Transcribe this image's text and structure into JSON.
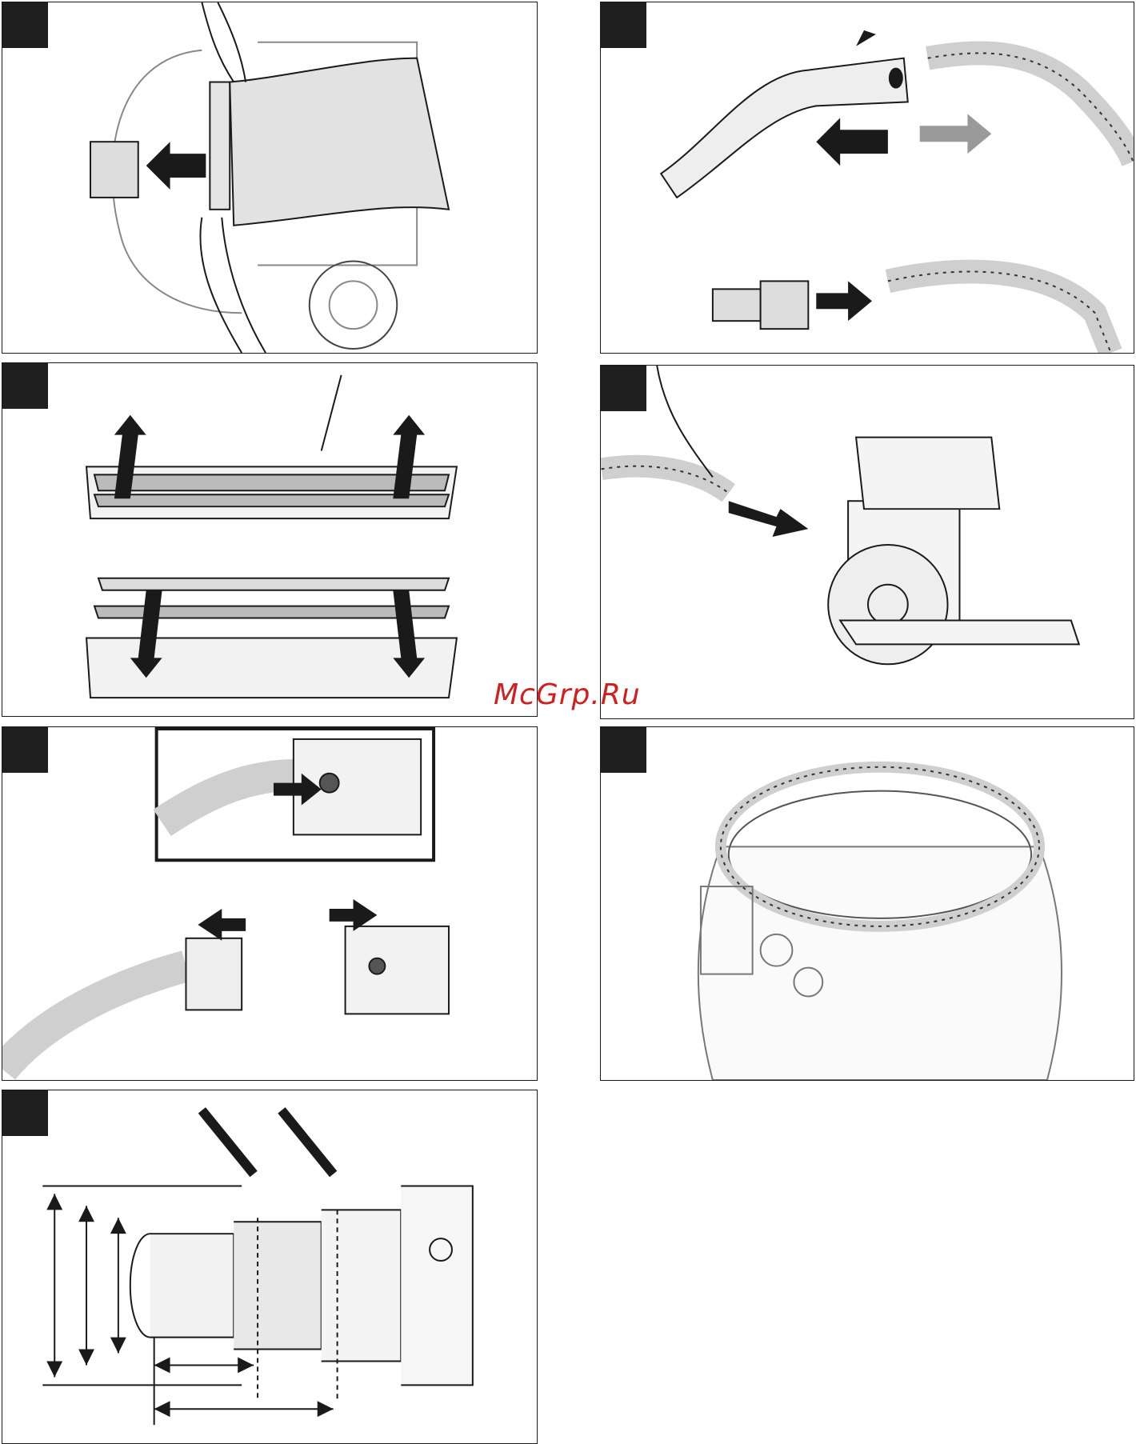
{
  "watermark": {
    "text": "McGrp.Ru"
  },
  "figures": [
    {
      "id": "panel-1",
      "number": ""
    },
    {
      "id": "panel-2",
      "number": ""
    },
    {
      "id": "panel-3",
      "number": ""
    },
    {
      "id": "panel-4",
      "number": ""
    },
    {
      "id": "panel-5",
      "number": ""
    },
    {
      "id": "panel-6",
      "number": ""
    },
    {
      "id": "panel-7",
      "number": ""
    }
  ],
  "colors": {
    "ink": "#1a1a1a",
    "badge": "#1f1f1f",
    "watermark": "#cf1f1f",
    "shade": "#d8d8d8",
    "arrow_grey": "#9a9a9a"
  }
}
